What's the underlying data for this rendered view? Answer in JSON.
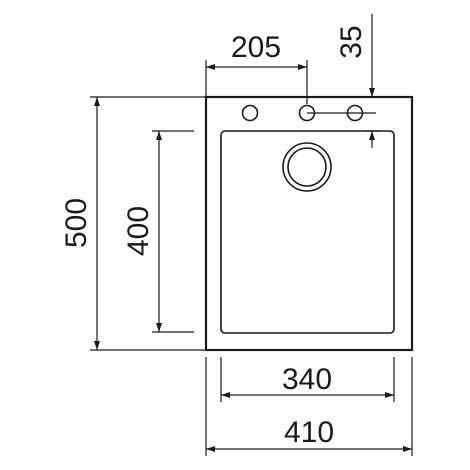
{
  "dimensions": {
    "tap_hole_offset": "205",
    "edge_to_hole": "35",
    "overall_depth": "500",
    "bowl_depth": "400",
    "bowl_width": "340",
    "overall_width": "410"
  }
}
